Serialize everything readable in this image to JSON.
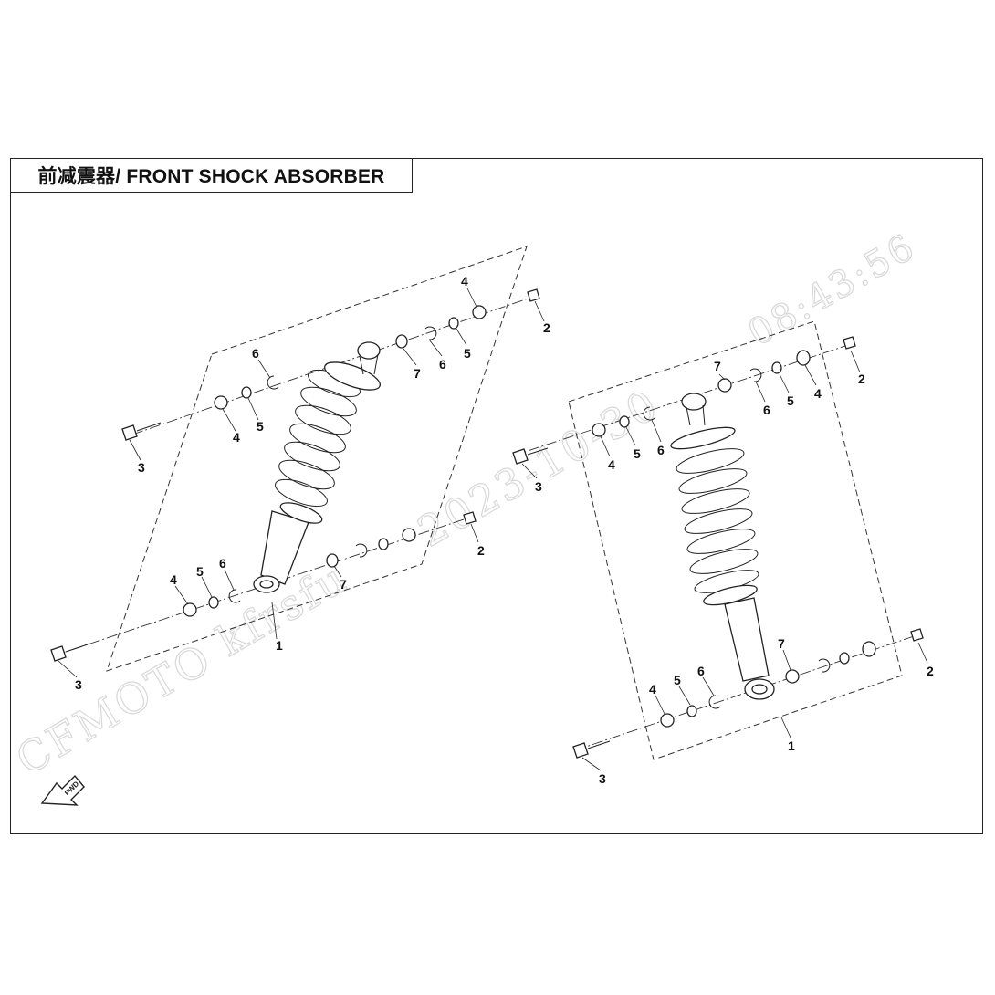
{
  "header": {
    "title": "前减震器/ FRONT SHOCK ABSORBER"
  },
  "watermark": {
    "brand": "CFMOTO",
    "user": "kfrsfu",
    "date": "2023-10-30",
    "time": "08:43:56"
  },
  "direction_badge": {
    "label": "FWD"
  },
  "callouts_left": [
    "1",
    "2",
    "2",
    "3",
    "3",
    "4",
    "4",
    "4",
    "5",
    "5",
    "5",
    "6",
    "6",
    "6",
    "7",
    "7"
  ],
  "callouts_right": [
    "1",
    "2",
    "2",
    "3",
    "3",
    "4",
    "4",
    "4",
    "5",
    "5",
    "5",
    "6",
    "6",
    "6",
    "7",
    "7"
  ]
}
